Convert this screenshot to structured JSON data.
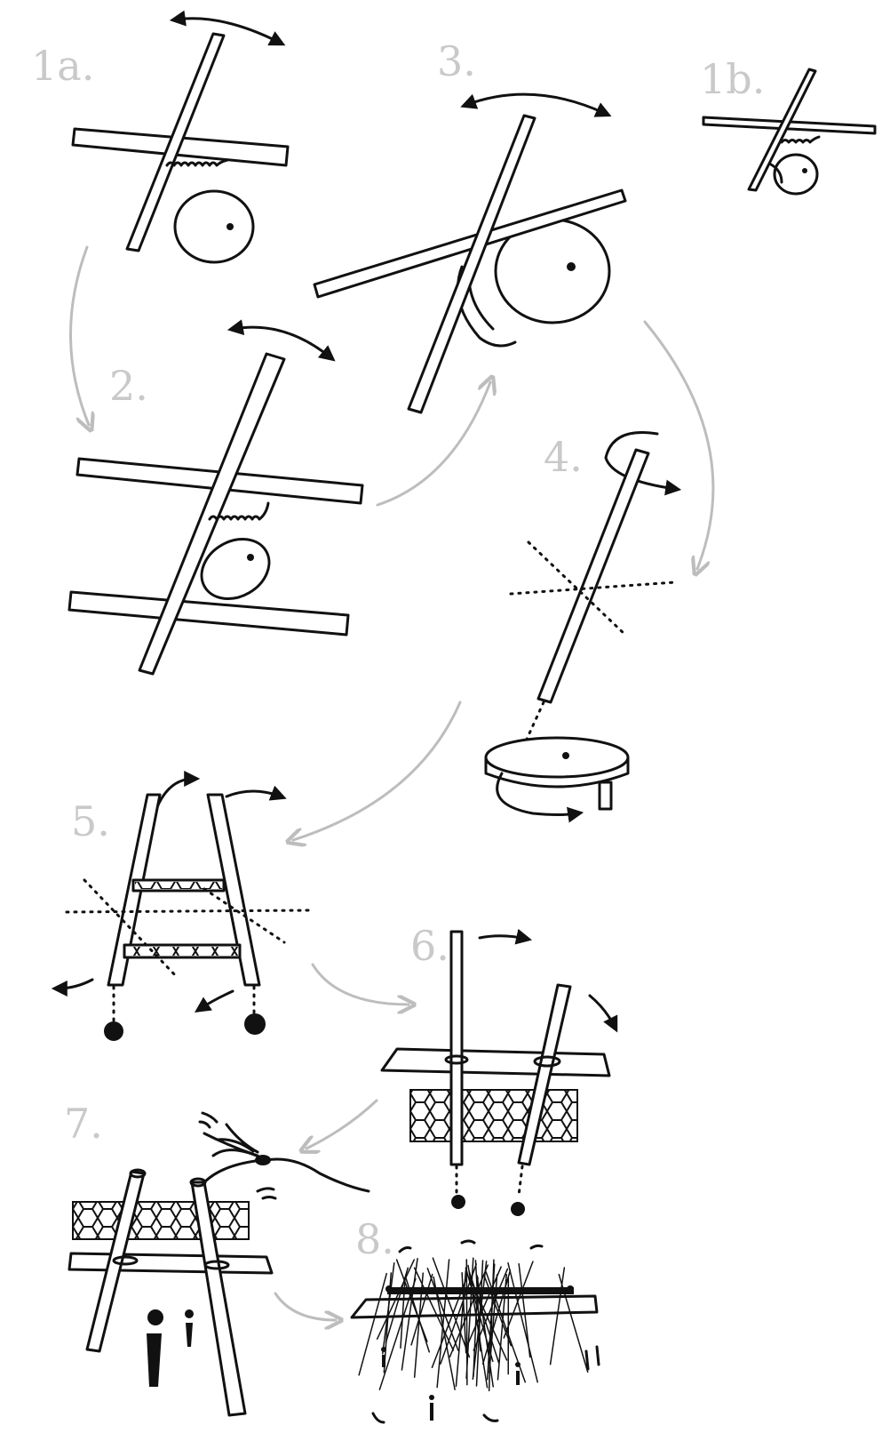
{
  "steps": [
    {
      "id": "1a",
      "label": "1a."
    },
    {
      "id": "1b",
      "label": "1b."
    },
    {
      "id": "2",
      "label": "2."
    },
    {
      "id": "3",
      "label": "3."
    },
    {
      "id": "4",
      "label": "4."
    },
    {
      "id": "5",
      "label": "5."
    },
    {
      "id": "6",
      "label": "6."
    },
    {
      "id": "7",
      "label": "7."
    },
    {
      "id": "8",
      "label": "8."
    }
  ],
  "colors": {
    "ink": "#111111",
    "label": "#c9c9c9",
    "flow_arrow": "#bdbdbd",
    "paper": "#ffffff"
  }
}
